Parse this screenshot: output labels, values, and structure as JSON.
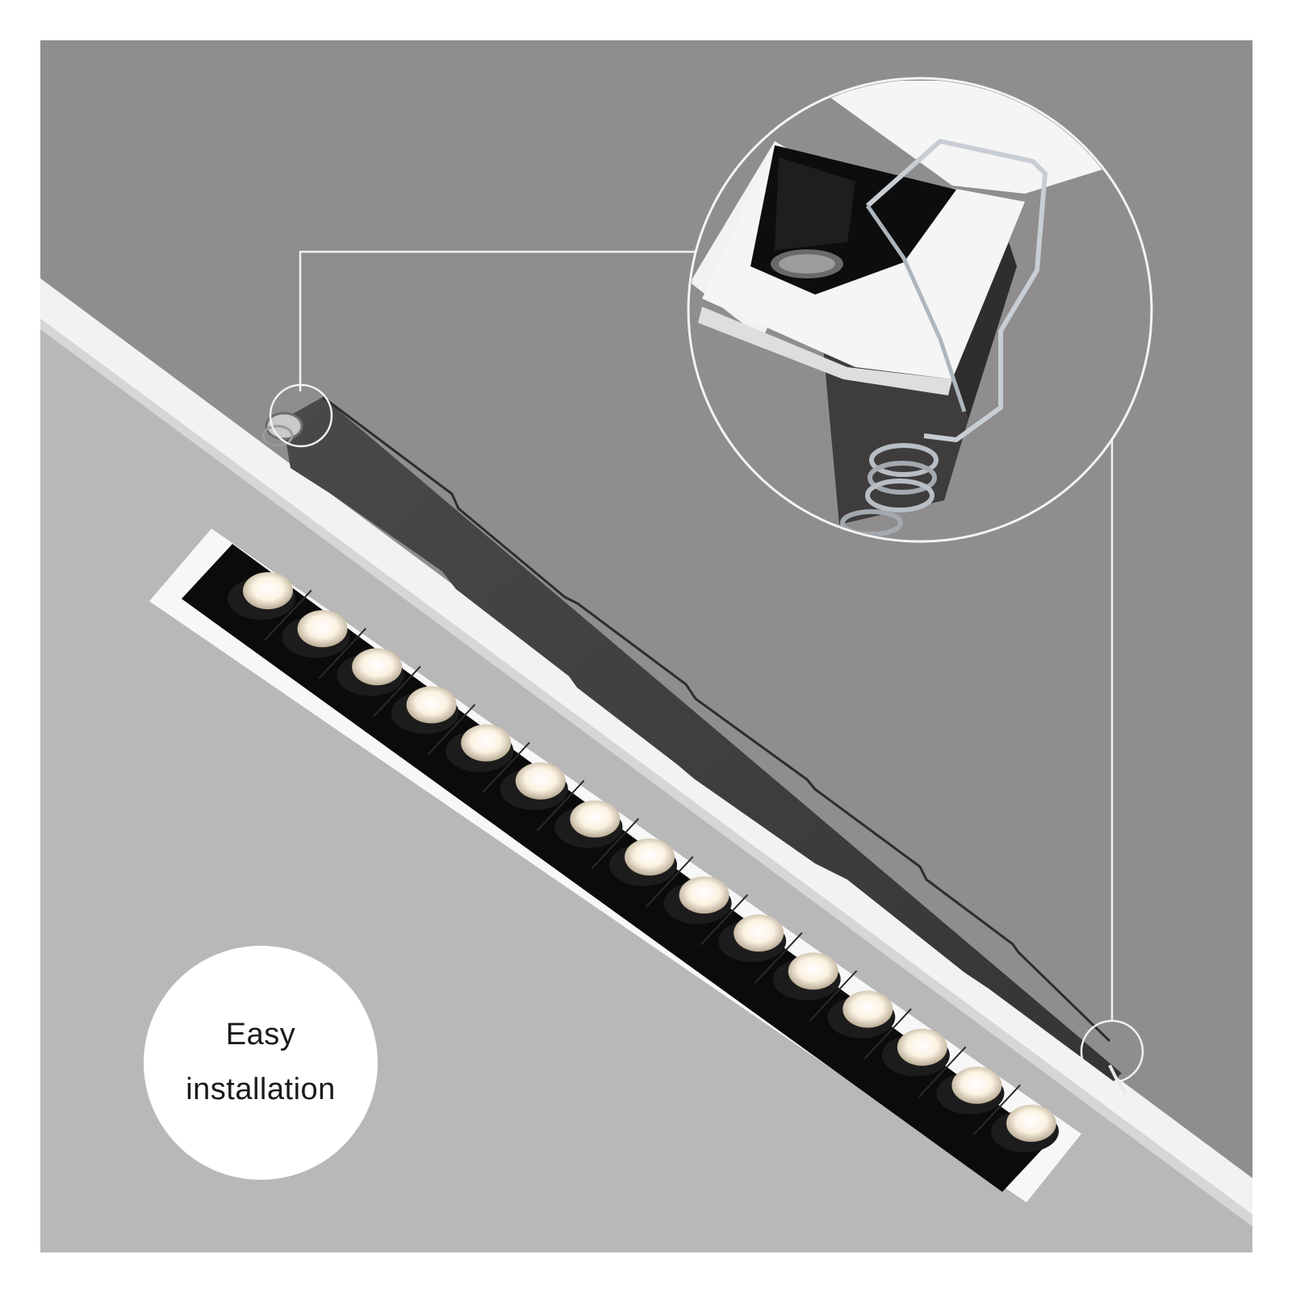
{
  "feature": {
    "line1": "Easy",
    "line2": "installation"
  },
  "led": {
    "count": 15
  },
  "colors": {
    "wall_upper": "#8f8d8e",
    "wall_lower": "#b5b5b5",
    "housing": "#3f3d3d",
    "trim": "#f4f4f4",
    "led_glow": "#fdf6ea",
    "reflector": "#0b0b0b"
  }
}
